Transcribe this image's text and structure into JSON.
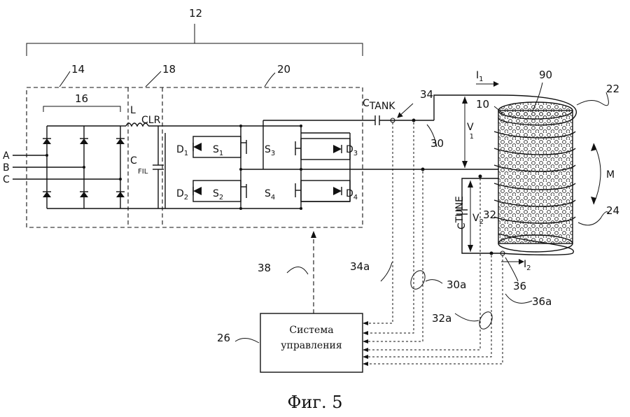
{
  "figure": {
    "caption": "Фиг. 5",
    "control_block_line1": "Система",
    "control_block_line2": "управления",
    "refs": {
      "r12": "12",
      "r14": "14",
      "r16": "16",
      "r18": "18",
      "r20": "20",
      "r22": "22",
      "r24": "24",
      "r26": "26",
      "r30": "30",
      "r30a": "30a",
      "r32": "32",
      "r32a": "32a",
      "r34": "34",
      "r34a": "34a",
      "r36": "36",
      "r36a": "36a",
      "r38": "38",
      "r90": "90",
      "r10": "10",
      "rM": "M"
    },
    "phases": {
      "a": "A",
      "b": "B",
      "c": "C"
    },
    "components": {
      "L": "L",
      "CLR": "CLR",
      "C": "C",
      "FIL": "FIL",
      "CTANK_C": "C",
      "CTANK_sub": "TANK",
      "CTUNE_C": "C",
      "CTUNE_sub": "TUNE",
      "D": "D",
      "S": "S",
      "I": "I",
      "V": "V",
      "n1": "1",
      "n2": "2",
      "n3": "3",
      "n4": "4"
    }
  }
}
